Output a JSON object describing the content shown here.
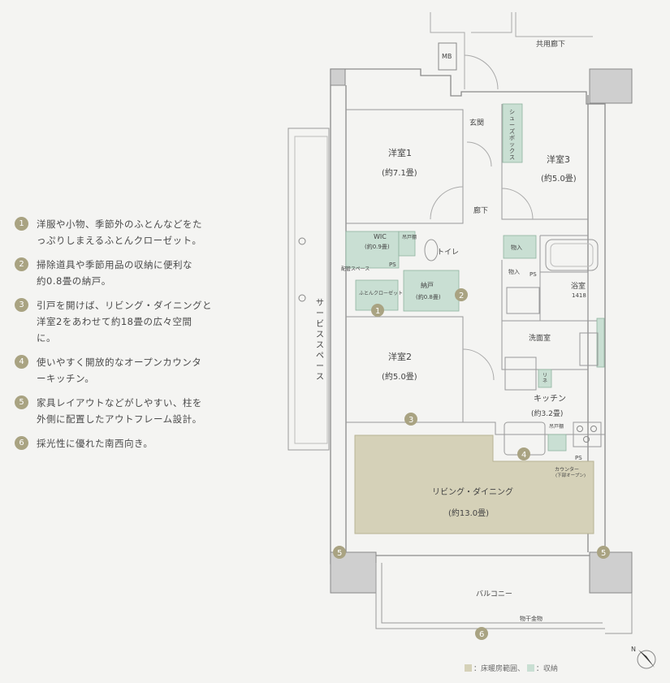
{
  "features": [
    {
      "num": "1",
      "lines": [
        "洋服や小物、季節外のふとんなどをた",
        "っぷりしまえるふとんクローゼット。"
      ]
    },
    {
      "num": "2",
      "lines": [
        "掃除道具や季節用品の収納に便利な",
        "約0.8畳の納戸。"
      ]
    },
    {
      "num": "3",
      "lines": [
        "引戸を開けば、リビング・ダイニングと",
        "洋室2をあわせて約18畳の広々空間",
        "に。"
      ]
    },
    {
      "num": "4",
      "lines": [
        "使いやすく開放的なオープンカウンタ",
        "ーキッチン。"
      ]
    },
    {
      "num": "5",
      "lines": [
        "家具レイアウトなどがしやすい、柱を",
        "外側に配置したアウトフレーム設計。"
      ]
    },
    {
      "num": "6",
      "lines": [
        "採光性に優れた南西向き。"
      ]
    }
  ],
  "plan": {
    "common_corridor": "共用廊下",
    "mb": "MB",
    "genkan": "玄関",
    "shoebox": "シューズボックス",
    "yoshitsu1": {
      "name": "洋室1",
      "size": "(約7.1畳)"
    },
    "yoshitsu3": {
      "name": "洋室3",
      "size": "(約5.0畳)"
    },
    "yoshitsu2": {
      "name": "洋室2",
      "size": "(約5.0畳)"
    },
    "hallway": "廊下",
    "wic": {
      "name": "WIC",
      "size": "(約0.9畳)"
    },
    "tana": "吊戸棚",
    "ps": "PS",
    "toilet": "トイレ",
    "haikan": "配管スペース",
    "futon": "ふとんクローゼット",
    "nando": {
      "name": "納戸",
      "size": "(約0.8畳)"
    },
    "nyuka": "物入",
    "bath": {
      "name": "浴室",
      "size": "1418"
    },
    "washroom": "洗面室",
    "linen": "リネン庫",
    "kitchen": {
      "name": "キッチン",
      "size": "(約3.2畳)"
    },
    "kitchen_cabinet": "吊戸棚",
    "counter": "カウンター",
    "counter_note": "(下部オープン)",
    "ldk": {
      "name": "リビング・ダイニング",
      "size": "(約13.0畳)"
    },
    "balcony": "バルコニー",
    "hoshi": "物干金物",
    "service": "サービススペース",
    "badges": [
      "1",
      "2",
      "3",
      "4",
      "5",
      "5",
      "6"
    ]
  },
  "legend": {
    "floor_heating": "：床暖房範囲、",
    "storage": "：収納"
  },
  "colors": {
    "badge": "#a9a382",
    "storage": "#c9dfd3",
    "floor_heat": "#d5d1b8"
  }
}
